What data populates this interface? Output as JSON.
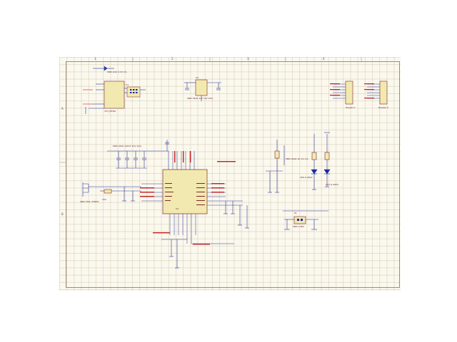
{
  "sheet": {
    "zones_top": [
      "1",
      "2",
      "3",
      "4"
    ],
    "zones_left": [
      "A",
      "B"
    ]
  },
  "ldo": {
    "ref": "U1",
    "net_out": "3V3_MTRG",
    "part": "SMD LDO 3.3V 1%"
  },
  "regulator": {
    "ref": "U2",
    "cap": "SMD 0402 1uF 10V 20%"
  },
  "headers": {
    "h1_label": "Header 1",
    "h2_label": "Header 2"
  },
  "mcu": {
    "ref": "U3",
    "caps_row": "SMD 0402 100nF 10V 10%",
    "crystal": "SMD XTAL 32MHz"
  },
  "leds": {
    "led1": "LED R 0603",
    "led2": "LED G 0603",
    "res": "SMD 0402 1K 1% 1%"
  },
  "jumper": {
    "ref": "P1",
    "label": "SMD 2 PIN"
  },
  "colors": {
    "wire": "#1a2a9a",
    "body": "#f2e9b0",
    "text": "#5a1e1e",
    "net_red": "#c82020"
  }
}
